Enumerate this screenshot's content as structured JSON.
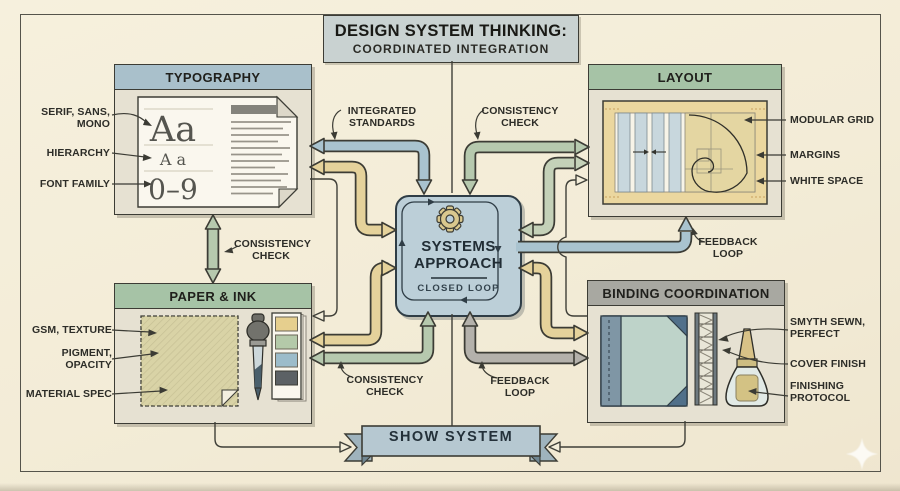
{
  "title": {
    "line1": "DESIGN SYSTEM THINKING:",
    "line2": "COORDINATED INTEGRATION"
  },
  "center_node": {
    "icon": "gear-icon",
    "line1": "SYSTEMS",
    "line2": "APPROACH",
    "subtitle": "CLOSED LOOP"
  },
  "banner": {
    "label": "SHOW SYSTEM"
  },
  "typography": {
    "title": "TYPOGRAPHY",
    "annotations": [
      "SERIF, SANS,\nMONO",
      "HIERARCHY",
      "FONT FAMILY"
    ],
    "specimen": {
      "large": "Aa",
      "small": "A a",
      "numerals": "0–9"
    }
  },
  "layout": {
    "title": "LAYOUT",
    "annotations": [
      "MODULAR GRID",
      "MARGINS",
      "WHITE SPACE"
    ]
  },
  "paper_ink": {
    "title": "PAPER & INK",
    "annotations": [
      "GSM, TEXTURE",
      "PIGMENT,\nOPACITY",
      "MATERIAL SPEC"
    ]
  },
  "binding": {
    "title": "BINDING COORDINATION",
    "annotations": [
      "SMYTH SEWN,\nPERFECT",
      "COVER FINISH",
      "FINISHING\nPROTOCOL"
    ]
  },
  "flow_labels": {
    "integrated_standards": "INTEGRATED\nSTANDARDS",
    "consistency_check_top": "CONSISTENCY\nCHECK",
    "consistency_check_left": "CONSISTENCY\nCHECK",
    "consistency_check_bottom": "CONSISTENCY\nCHECK",
    "feedback_loop_right": "FEEDBACK\nLOOP",
    "feedback_loop_bottom": "FEEDBACK\nLOOP"
  },
  "colors": {
    "paper_bg": "#f3edd9",
    "panel_bg": "#e6e1d2",
    "header_typography": "#a9c0cb",
    "header_layout": "#a6c3a6",
    "header_paper": "#a6c3a6",
    "header_binding": "#a8a8a1",
    "title_fill": "#c9d2d1",
    "center_fill": "#bccfd8",
    "banner_fill": "#b6c8d1",
    "arrow_blue": "#a9c3cf",
    "arrow_green": "#b6c9ae",
    "arrow_green_2": "#c4d1b8",
    "arrow_yellow": "#e5d29b",
    "arrow_grey": "#b4b1ab"
  }
}
